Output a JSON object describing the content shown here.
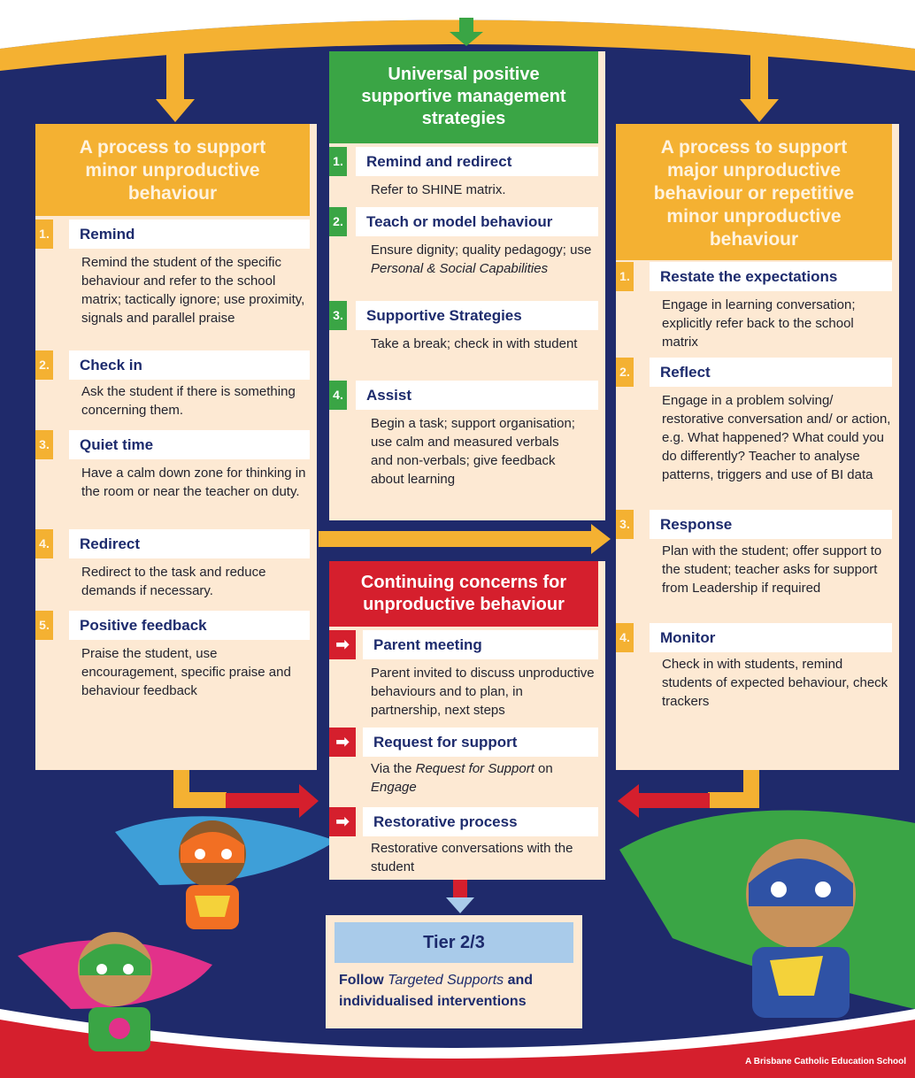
{
  "center_top": {
    "title": "Universal positive supportive management strategies",
    "items": [
      {
        "num": "1.",
        "title": "Remind and redirect",
        "text": "Refer to SHINE matrix."
      },
      {
        "num": "2.",
        "title": "Teach or model behaviour",
        "text_parts": [
          "Ensure dignity; quality pedagogy; use ",
          "Personal & Social Capabilities"
        ]
      },
      {
        "num": "3.",
        "title": "Supportive Strategies",
        "text": "Take a break; check in with student"
      },
      {
        "num": "4.",
        "title": "Assist",
        "text": "Begin a task; support organisation; use calm and measured verbals and non-verbals; give feedback about learning"
      }
    ]
  },
  "left": {
    "title": "A process to support minor unproductive behaviour",
    "items": [
      {
        "num": "1.",
        "title": "Remind",
        "text": "Remind the student of the specific behaviour and refer to the school matrix; tactically ignore; use proximity, signals and parallel praise"
      },
      {
        "num": "2.",
        "title": "Check in",
        "text": "Ask the student if there is something concerning them."
      },
      {
        "num": "3.",
        "title": "Quiet time",
        "text": "Have a calm down zone for thinking in the room or near the teacher on duty."
      },
      {
        "num": "4.",
        "title": "Redirect",
        "text": "Redirect to the task and reduce demands if necessary."
      },
      {
        "num": "5.",
        "title": "Positive feedback",
        "text": "Praise the student, use encouragement, specific praise and behaviour feedback"
      }
    ]
  },
  "right": {
    "title": "A process to support major unproductive behaviour or repetitive minor unproductive behaviour",
    "items": [
      {
        "num": "1.",
        "title": "Restate the expectations",
        "text": "Engage in learning conversation; explicitly refer back to the school matrix"
      },
      {
        "num": "2.",
        "title": "Reflect",
        "text": "Engage in a problem solving/ restorative conversation and/ or action, e.g. What happened? What could you do differently? Teacher to analyse patterns, triggers and use of BI data"
      },
      {
        "num": "3.",
        "title": "Response",
        "text": "Plan with the student; offer support to the student; teacher asks for support from Leadership if required"
      },
      {
        "num": "4.",
        "title": "Monitor",
        "text": "Check in with students, remind students of expected behaviour, check trackers"
      }
    ]
  },
  "center_bottom": {
    "title": "Continuing concerns for unproductive behaviour",
    "items": [
      {
        "num": "➡",
        "title": "Parent meeting",
        "text": "Parent invited to discuss unproductive behaviours and to plan, in partnership, next steps"
      },
      {
        "num": "➡",
        "title": "Request for support",
        "text_parts": [
          "Via the ",
          "Request for Support",
          " on ",
          "Engage"
        ]
      },
      {
        "num": "➡",
        "title": "Restorative process",
        "text": "Restorative conversations with the student"
      }
    ]
  },
  "tier": {
    "title": "Tier 2/3",
    "text_parts": [
      "Follow ",
      "Targeted Supports",
      " and individualised interventions"
    ]
  },
  "footer": {
    "credit": "A Brisbane Catholic Education School"
  },
  "colors": {
    "navy": "#1d2b6d",
    "orange": "#f4b132",
    "green": "#3aa545",
    "red": "#d51f2d",
    "panel": "#fde9d3",
    "tier_blue": "#a9cbea"
  }
}
